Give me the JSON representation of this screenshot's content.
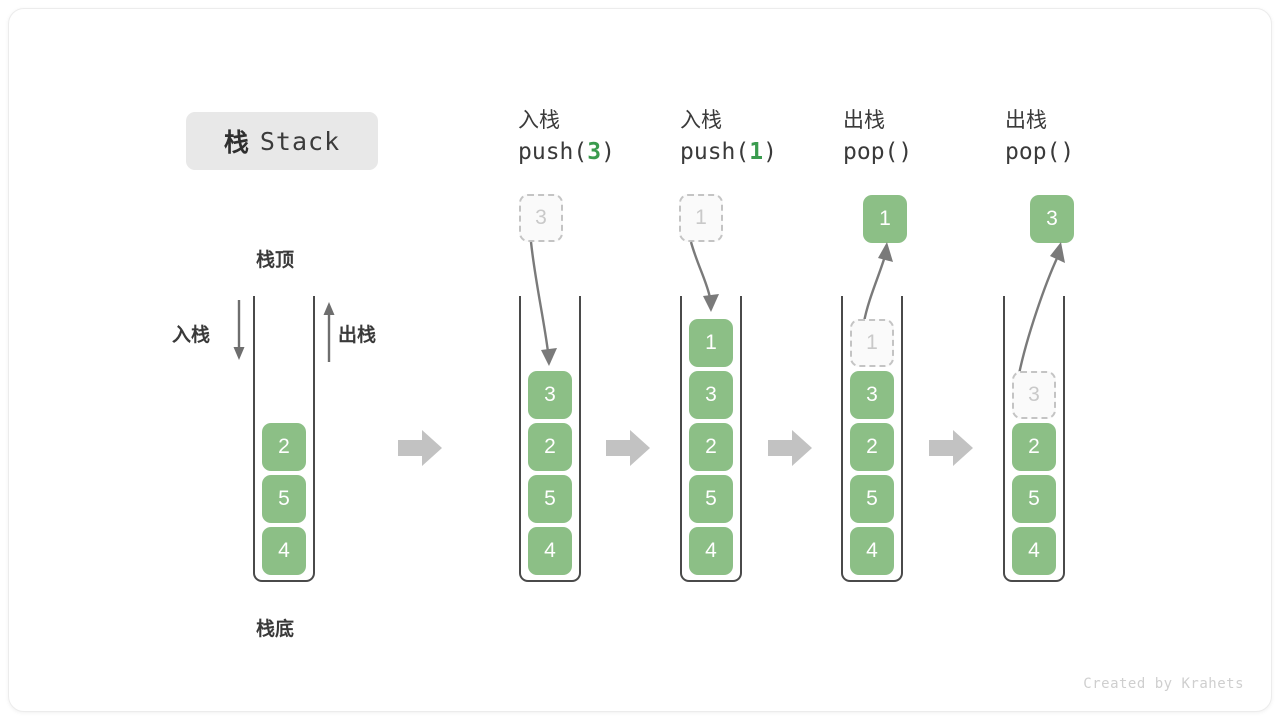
{
  "title": {
    "cn": "栈",
    "en": "Stack"
  },
  "base_stack": {
    "top_label": "栈顶",
    "bottom_label": "栈底",
    "push_label": "入栈",
    "pop_label": "出栈",
    "cells": [
      "2",
      "5",
      "4"
    ]
  },
  "stages": [
    {
      "op_cn": "入栈",
      "code_prefix": "push(",
      "code_arg": "3",
      "code_suffix": ")",
      "floating_cell": {
        "value": "3",
        "style": "ghost"
      },
      "arrow_direction": "down",
      "cells": [
        "3",
        "2",
        "5",
        "4"
      ],
      "cell_styles": [
        "solid",
        "solid",
        "solid",
        "solid"
      ]
    },
    {
      "op_cn": "入栈",
      "code_prefix": "push(",
      "code_arg": "1",
      "code_suffix": ")",
      "floating_cell": {
        "value": "1",
        "style": "ghost"
      },
      "arrow_direction": "down",
      "cells": [
        "1",
        "3",
        "2",
        "5",
        "4"
      ],
      "cell_styles": [
        "solid",
        "solid",
        "solid",
        "solid",
        "solid"
      ]
    },
    {
      "op_cn": "出栈",
      "code_prefix": "pop(",
      "code_arg": "",
      "code_suffix": ")",
      "floating_cell": {
        "value": "1",
        "style": "solid"
      },
      "arrow_direction": "up",
      "cells": [
        "1",
        "3",
        "2",
        "5",
        "4"
      ],
      "cell_styles": [
        "ghost",
        "solid",
        "solid",
        "solid",
        "solid"
      ]
    },
    {
      "op_cn": "出栈",
      "code_prefix": "pop(",
      "code_arg": "",
      "code_suffix": ")",
      "floating_cell": {
        "value": "3",
        "style": "solid"
      },
      "arrow_direction": "up",
      "cells": [
        "3",
        "2",
        "5",
        "4"
      ],
      "cell_styles": [
        "ghost",
        "solid",
        "solid",
        "solid"
      ]
    }
  ],
  "separators": [
    "arrow-right-icon",
    "arrow-right-icon",
    "arrow-right-icon",
    "arrow-right-icon"
  ],
  "credit": "Created by Krahets",
  "colors": {
    "cell_green": "#8cbf86",
    "arg_green": "#3a9b4e",
    "tube_stroke": "#4a4a4a",
    "ghost_border": "#c4c4c4",
    "block_arrow": "#c2c2c2",
    "badge_bg": "#e8e8e8"
  }
}
